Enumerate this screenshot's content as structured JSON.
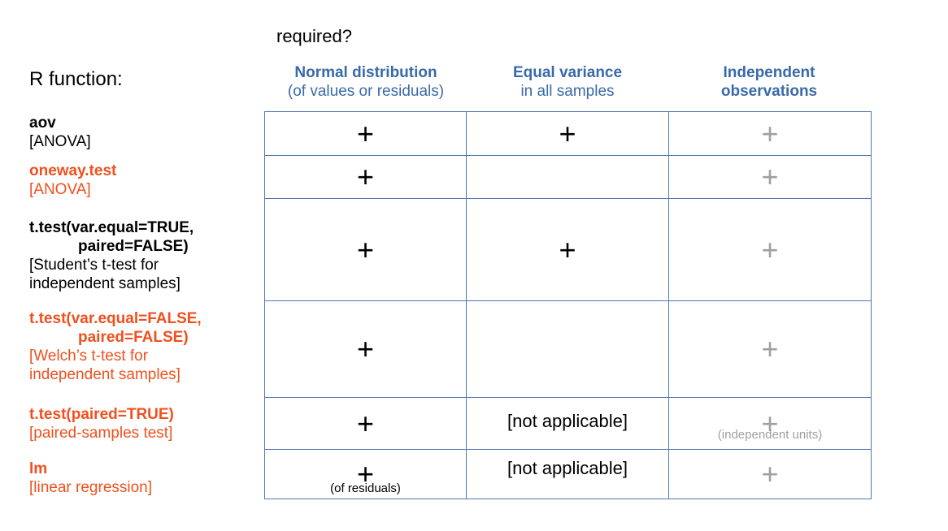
{
  "header": {
    "required": "required?",
    "r_function": "R function:"
  },
  "columns": [
    {
      "bold": "Normal distribution",
      "sub": "(of values or residuals)"
    },
    {
      "bold": "Equal variance",
      "sub": "in all samples"
    },
    {
      "bold1": "Independent",
      "bold2": "observations"
    }
  ],
  "rows": [
    {
      "name1": "aov",
      "desc1": "[ANOVA]",
      "color": "#000000",
      "c1": "+",
      "c2": "+",
      "c3": "+"
    },
    {
      "name1": "oneway.test",
      "desc1": "[ANOVA]",
      "color": "#f0501e",
      "c1": "+",
      "c2": "",
      "c3": "+"
    },
    {
      "name1": "t.test(var.equal=TRUE,",
      "name2": "paired=FALSE)",
      "desc1": "[Student’s t-test for",
      "desc2": "independent samples]",
      "color": "#000000",
      "c1": "+",
      "c2": "+",
      "c3": "+"
    },
    {
      "name1": "t.test(var.equal=FALSE,",
      "name2": "paired=FALSE)",
      "desc1": "[Welch’s t-test for",
      "desc2": "independent samples]",
      "color": "#f0501e",
      "c1": "+",
      "c2": "",
      "c3": "+"
    },
    {
      "name1": "t.test(paired=TRUE)",
      "desc1": "[paired-samples test]",
      "color": "#f0501e",
      "c1": "+",
      "c2": "[not applicable]",
      "c3": "+",
      "c3_note": "(independent units)"
    },
    {
      "name1": "lm",
      "desc1": "[linear regression]",
      "color": "#f0501e",
      "c1": "+",
      "c1_note": "(of residuals)",
      "c2": "[not applicable]",
      "c3": "+"
    }
  ]
}
